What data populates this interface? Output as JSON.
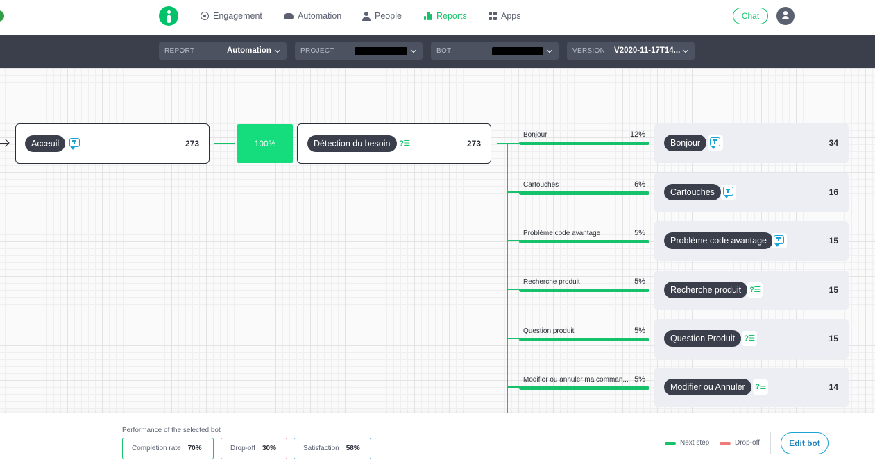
{
  "nav": {
    "items": [
      {
        "label": "Engagement",
        "icon": "target-icon",
        "active": false
      },
      {
        "label": "Automation",
        "icon": "cloud-icon",
        "active": false
      },
      {
        "label": "People",
        "icon": "person-icon",
        "active": false
      },
      {
        "label": "Reports",
        "icon": "bar-chart-icon",
        "active": true
      },
      {
        "label": "Apps",
        "icon": "apps-grid-icon",
        "active": false
      }
    ],
    "chat_label": "Chat"
  },
  "filters": {
    "report": {
      "label": "REPORT",
      "value": "Automation"
    },
    "project": {
      "label": "PROJECT"
    },
    "bot": {
      "label": "BOT"
    },
    "version": {
      "label": "VERSION",
      "value": "V2020-11-17T14..."
    }
  },
  "flow": {
    "start": {
      "name": "Acceuil",
      "count": "273",
      "icon": "message-icon"
    },
    "rate": "100%",
    "detection": {
      "name": "Détection du besoin",
      "count": "273",
      "icon": "question-list-icon"
    },
    "branches": [
      {
        "label": "Bonjour",
        "pct": "12%",
        "node": "Bonjour",
        "count": "34",
        "icon": "message-icon"
      },
      {
        "label": "Cartouches",
        "pct": "6%",
        "node": "Cartouches",
        "count": "16",
        "icon": "message-icon"
      },
      {
        "label": "Problème code avantage",
        "pct": "5%",
        "node": "Problème code avantage",
        "count": "15",
        "icon": "message-icon"
      },
      {
        "label": "Recherche produit",
        "pct": "5%",
        "node": "Recherche produit",
        "count": "15",
        "icon": "question-list-icon"
      },
      {
        "label": "Question produit",
        "pct": "5%",
        "node": "Question Produit",
        "count": "15",
        "icon": "question-list-icon"
      },
      {
        "label": "Modifier ou annuler ma comman...",
        "pct": "5%",
        "node": "Modifier ou Annuler",
        "count": "14",
        "icon": "question-list-icon"
      }
    ]
  },
  "performance": {
    "title": "Performance of the selected bot",
    "completion": {
      "label": "Completion rate",
      "value": "70%",
      "color": "#15c26b"
    },
    "dropoff": {
      "label": "Drop-off",
      "value": "30%",
      "color": "#f07b7b"
    },
    "satisfaction": {
      "label": "Satisfaction",
      "value": "58%",
      "color": "#1ba3d6"
    }
  },
  "legend": {
    "next_step": {
      "label": "Next step",
      "color": "#15c26b"
    },
    "drop_off": {
      "label": "Drop-off",
      "color": "#f07b7b"
    }
  },
  "edit_bot_label": "Edit bot"
}
